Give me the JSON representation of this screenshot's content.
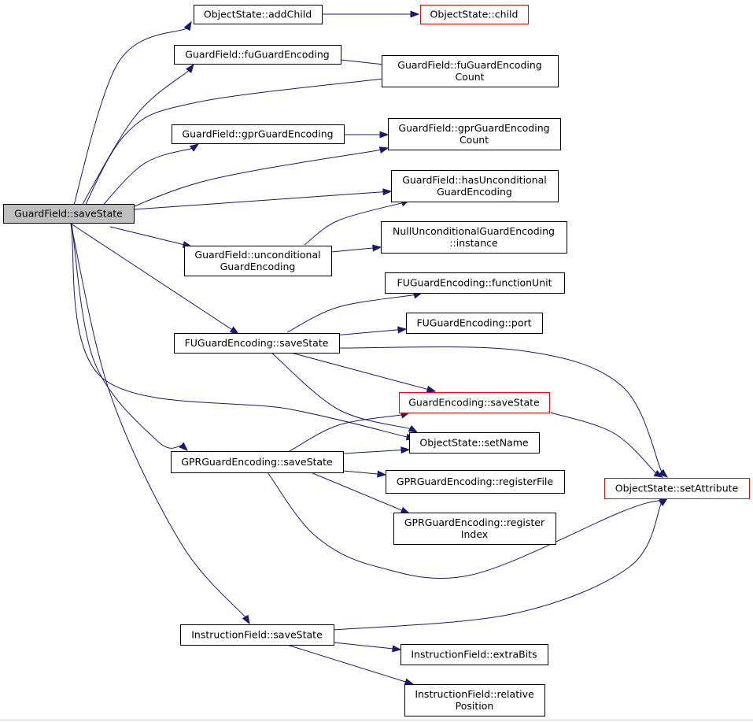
{
  "nodes": [
    {
      "id": "root",
      "lines": [
        "GuardField::saveState"
      ],
      "style": "root"
    },
    {
      "id": "addChild",
      "lines": [
        "ObjectState::addChild"
      ],
      "style": "normal"
    },
    {
      "id": "child",
      "lines": [
        "ObjectState::child"
      ],
      "style": "red"
    },
    {
      "id": "fuGuard",
      "lines": [
        "GuardField::fuGuardEncoding"
      ],
      "style": "normal"
    },
    {
      "id": "fuGuardCount",
      "lines": [
        "GuardField::fuGuardEncoding",
        "Count"
      ],
      "style": "normal"
    },
    {
      "id": "gprGuard",
      "lines": [
        "GuardField::gprGuardEncoding"
      ],
      "style": "normal"
    },
    {
      "id": "gprGuardCount",
      "lines": [
        "GuardField::gprGuardEncoding",
        "Count"
      ],
      "style": "normal"
    },
    {
      "id": "hasUncond",
      "lines": [
        "GuardField::hasUnconditional",
        "GuardEncoding"
      ],
      "style": "normal"
    },
    {
      "id": "uncond",
      "lines": [
        "GuardField::unconditional",
        "GuardEncoding"
      ],
      "style": "normal"
    },
    {
      "id": "nullInstance",
      "lines": [
        "NullUnconditionalGuardEncoding",
        "::instance"
      ],
      "style": "normal"
    },
    {
      "id": "fuFunctionUnit",
      "lines": [
        "FUGuardEncoding::functionUnit"
      ],
      "style": "normal"
    },
    {
      "id": "fuPort",
      "lines": [
        "FUGuardEncoding::port"
      ],
      "style": "normal"
    },
    {
      "id": "fuSave",
      "lines": [
        "FUGuardEncoding::saveState"
      ],
      "style": "normal"
    },
    {
      "id": "guardEncSave",
      "lines": [
        "GuardEncoding::saveState"
      ],
      "style": "red"
    },
    {
      "id": "setName",
      "lines": [
        "ObjectState::setName"
      ],
      "style": "normal"
    },
    {
      "id": "setAttribute",
      "lines": [
        "ObjectState::setAttribute"
      ],
      "style": "red"
    },
    {
      "id": "gprSave",
      "lines": [
        "GPRGuardEncoding::saveState"
      ],
      "style": "normal"
    },
    {
      "id": "gprRegFile",
      "lines": [
        "GPRGuardEncoding::registerFile"
      ],
      "style": "normal"
    },
    {
      "id": "gprRegIndex",
      "lines": [
        "GPRGuardEncoding::register",
        "Index"
      ],
      "style": "normal"
    },
    {
      "id": "instrSave",
      "lines": [
        "InstructionField::saveState"
      ],
      "style": "normal"
    },
    {
      "id": "extraBits",
      "lines": [
        "InstructionField::extraBits"
      ],
      "style": "normal"
    },
    {
      "id": "relPos",
      "lines": [
        "InstructionField::relative",
        "Position"
      ],
      "style": "normal"
    }
  ],
  "edges": [
    {
      "from": "root",
      "to": "addChild"
    },
    {
      "from": "addChild",
      "to": "child"
    },
    {
      "from": "root",
      "to": "fuGuard"
    },
    {
      "from": "fuGuard",
      "to": "fuGuardCount"
    },
    {
      "from": "root",
      "to": "fuGuardCount"
    },
    {
      "from": "root",
      "to": "gprGuard"
    },
    {
      "from": "gprGuard",
      "to": "gprGuardCount"
    },
    {
      "from": "root",
      "to": "gprGuardCount"
    },
    {
      "from": "root",
      "to": "hasUncond"
    },
    {
      "from": "root",
      "to": "uncond"
    },
    {
      "from": "uncond",
      "to": "hasUncond"
    },
    {
      "from": "uncond",
      "to": "nullInstance"
    },
    {
      "from": "root",
      "to": "fuSave"
    },
    {
      "from": "fuSave",
      "to": "fuFunctionUnit"
    },
    {
      "from": "fuSave",
      "to": "fuPort"
    },
    {
      "from": "fuSave",
      "to": "guardEncSave"
    },
    {
      "from": "fuSave",
      "to": "setName"
    },
    {
      "from": "fuSave",
      "to": "setAttribute"
    },
    {
      "from": "root",
      "to": "setName"
    },
    {
      "from": "root",
      "to": "gprSave"
    },
    {
      "from": "gprSave",
      "to": "guardEncSave"
    },
    {
      "from": "gprSave",
      "to": "setName"
    },
    {
      "from": "gprSave",
      "to": "gprRegFile"
    },
    {
      "from": "gprSave",
      "to": "gprRegIndex"
    },
    {
      "from": "gprSave",
      "to": "setAttribute"
    },
    {
      "from": "guardEncSave",
      "to": "setAttribute"
    },
    {
      "from": "root",
      "to": "instrSave"
    },
    {
      "from": "instrSave",
      "to": "setAttribute"
    },
    {
      "from": "instrSave",
      "to": "extraBits"
    },
    {
      "from": "instrSave",
      "to": "relPos"
    }
  ],
  "colors": {
    "edge": "#191970",
    "node_border": "#000000",
    "red_border": "#ff0000",
    "root_fill": "#bfbfbf",
    "background": "#ffffff"
  }
}
